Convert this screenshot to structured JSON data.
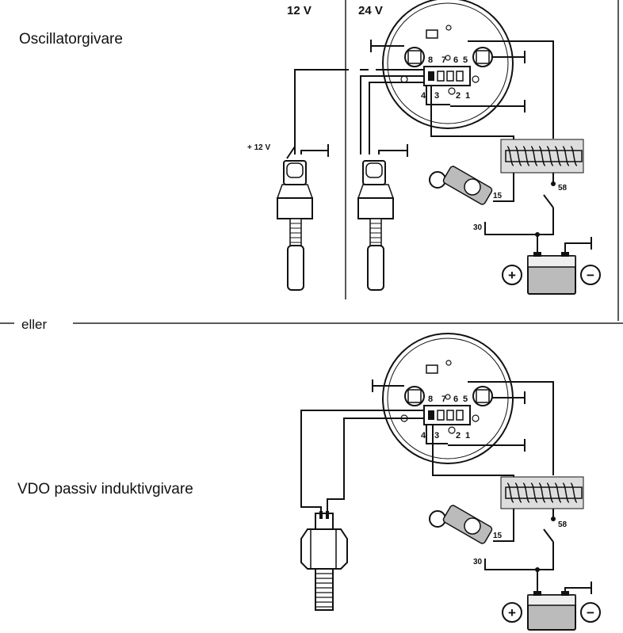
{
  "sections": {
    "top_title": "Oscillatorgivare",
    "separator_label": "eller",
    "bottom_title": "VDO passiv induktivgivare"
  },
  "voltage": {
    "left": "12 V",
    "right": "24 V",
    "sensor_supply": "+ 12 V"
  },
  "pins": {
    "p8": "8",
    "p7": "7",
    "p6": "6",
    "p5": "5",
    "p4": "4",
    "p3": "3",
    "p2": "2",
    "p1": "1"
  },
  "terminals": {
    "t15": "15",
    "t30": "30",
    "t58": "58"
  },
  "battery": {
    "plus": "+",
    "minus": "−"
  }
}
